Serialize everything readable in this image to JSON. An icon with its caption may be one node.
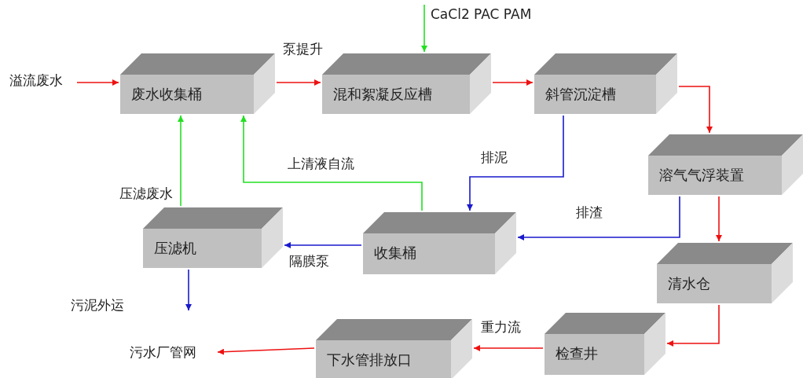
{
  "diagram": {
    "nodes": [
      {
        "text": [
          "废水收集桶"
        ]
      },
      {
        "text": [
          "混和絮凝反应槽"
        ]
      },
      {
        "text": [
          "斜管沉淀槽"
        ]
      },
      {
        "text": [
          "溶气气浮装置"
        ]
      },
      {
        "text": [
          "收集桶"
        ]
      },
      {
        "text": [
          "压滤机"
        ]
      },
      {
        "text": [
          "清水仓"
        ]
      },
      {
        "text": [
          "检查井"
        ]
      },
      {
        "text": [
          "下水管排放口"
        ]
      },
      {
        "text": [
          "溢流废水"
        ]
      },
      {
        "text": [
          "污水厂管网"
        ]
      }
    ],
    "edges": [
      {
        "from": 9,
        "to": 0,
        "arrow": "to"
      },
      {
        "from": 0,
        "to": 1,
        "arrow": "to",
        "label": "泵提升"
      },
      {
        "from": null,
        "to": 1,
        "arrow": "to",
        "label": "CaCl2 PAC PAM",
        "color": "#22e022"
      },
      {
        "from": 1,
        "to": 2,
        "arrow": "to"
      },
      {
        "from": 2,
        "to": 3,
        "arrow": "to"
      },
      {
        "from": 2,
        "to": 4,
        "arrow": "to",
        "label": "排泥",
        "color": "#1a1acc"
      },
      {
        "from": 4,
        "to": 0,
        "arrow": "to",
        "label": "上清液自流",
        "color": "#22e022"
      },
      {
        "from": 3,
        "to": 4,
        "arrow": "to",
        "label": "排渣",
        "color": "#1a1acc"
      },
      {
        "from": 3,
        "to": 6,
        "arrow": "to"
      },
      {
        "from": 4,
        "to": 5,
        "arrow": "to",
        "label": "隔膜泵",
        "color": "#1a1acc"
      },
      {
        "from": 5,
        "to": 0,
        "arrow": "to",
        "label": "压滤废水",
        "color": "#22e022"
      },
      {
        "from": 5,
        "to": null,
        "arrow": "to",
        "label": "污泥外运",
        "color": "#1a1acc"
      },
      {
        "from": 6,
        "to": 7,
        "arrow": "to"
      },
      {
        "from": 7,
        "to": 8,
        "arrow": "to",
        "label": "重力流"
      },
      {
        "from": 8,
        "to": 10,
        "arrow": "to"
      }
    ]
  }
}
